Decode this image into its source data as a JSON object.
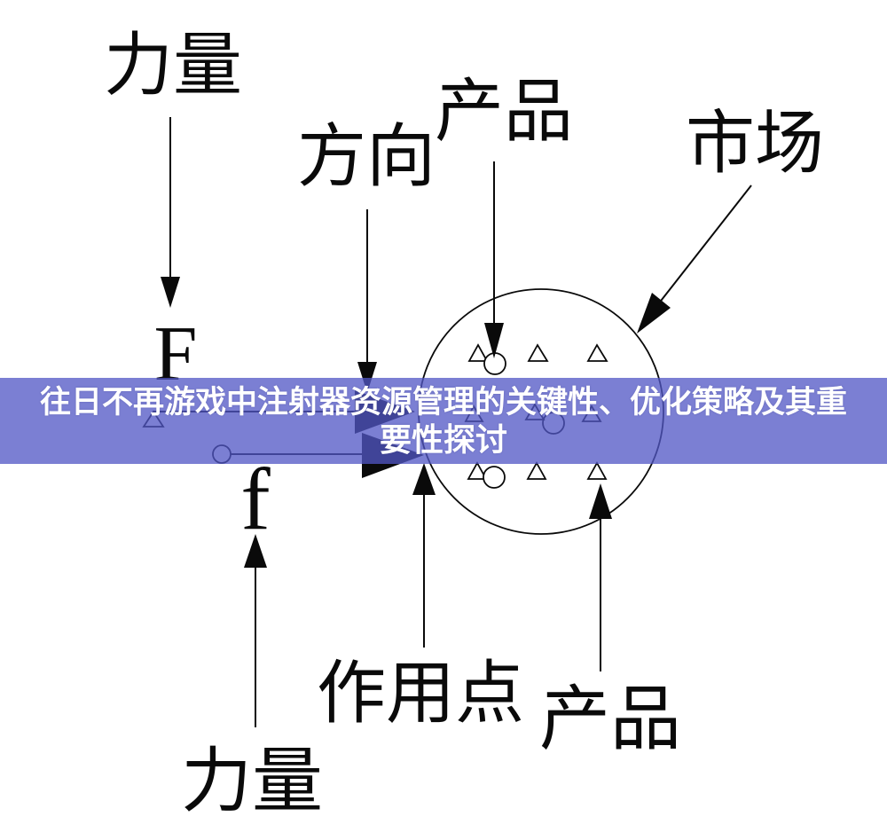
{
  "banner": {
    "title": "往日不再游戏中注射器资源管理的关键性、优化策略及其重要性探讨",
    "line1": "往日不再游戏中注射器资源管理的关键性、优化策略及其重",
    "line2": "要性探讨",
    "overlay_color": "#5157C5",
    "text_color": "#FFFFFF"
  },
  "diagram": {
    "ink_color": "#0A0A0A",
    "labels": {
      "force_top": "力量",
      "direction": "方向",
      "product_top": "产品",
      "market": "市场",
      "force_symbol_main": "F",
      "force_symbol_friction": "f",
      "application_point": "作用点",
      "product_bottom": "产品",
      "force_bottom": "力量"
    }
  }
}
